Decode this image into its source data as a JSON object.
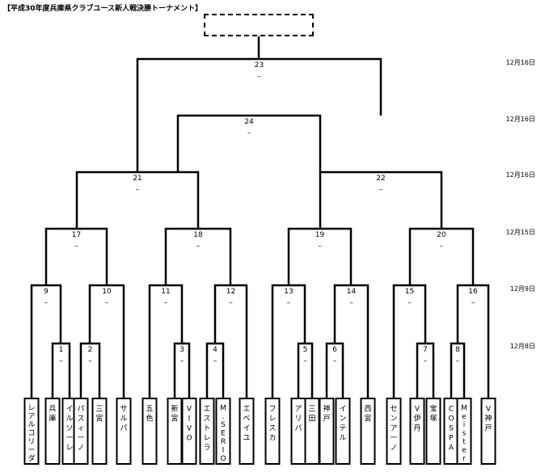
{
  "title": "【平成30年度兵庫県クラブユース新人戦決勝トーナメント】",
  "winner": "",
  "teams": [
    "レアルコリーダ",
    "兵庫",
    "イルソーレ",
    "パスィーノ",
    "三宮",
    "サルパ",
    "五色",
    "新宮",
    "VIVO",
    "エストレラ",
    "M.SERIO",
    "エベイユ",
    "フレスカ",
    "アリバ",
    "三田",
    "神戸",
    "インテル",
    "西宮",
    "センアーノ",
    "V伊丹",
    "宝塚",
    "COSPA",
    "Meister",
    "V神戸"
  ],
  "matches": [
    {
      "id": "1",
      "score": "–"
    },
    {
      "id": "2",
      "score": "–"
    },
    {
      "id": "3",
      "score": "–"
    },
    {
      "id": "4",
      "score": "–"
    },
    {
      "id": "5",
      "score": "–"
    },
    {
      "id": "6",
      "score": "–"
    },
    {
      "id": "7",
      "score": "–"
    },
    {
      "id": "8",
      "score": "–"
    },
    {
      "id": "9",
      "score": "–"
    },
    {
      "id": "10",
      "score": "–"
    },
    {
      "id": "11",
      "score": "–"
    },
    {
      "id": "12",
      "score": "–"
    },
    {
      "id": "13",
      "score": "–"
    },
    {
      "id": "14",
      "score": "–"
    },
    {
      "id": "15",
      "score": "–"
    },
    {
      "id": "16",
      "score": "–"
    },
    {
      "id": "17",
      "score": "–"
    },
    {
      "id": "18",
      "score": "–"
    },
    {
      "id": "19",
      "score": "–"
    },
    {
      "id": "20",
      "score": "–"
    },
    {
      "id": "21",
      "score": "–"
    },
    {
      "id": "22",
      "score": "–"
    },
    {
      "id": "23",
      "score": "–"
    },
    {
      "id": "24",
      "score": "–"
    }
  ],
  "round_dates": [
    "12月16日",
    "12月16日",
    "12月16日",
    "12月15日",
    "12月9日",
    "12月8日"
  ]
}
